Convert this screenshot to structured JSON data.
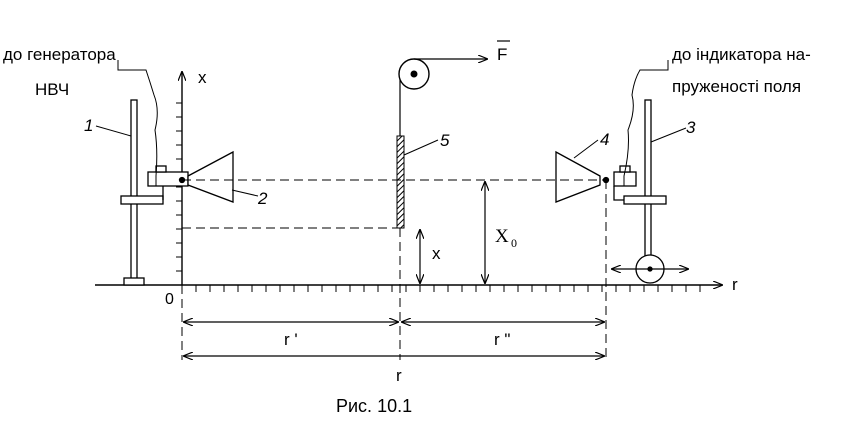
{
  "labels": {
    "gen_line1": "до генератора",
    "gen_line2": "НВЧ",
    "ind_line1": "до індикатора на-",
    "ind_line2": "пруженості поля",
    "n1": "1",
    "n2": "2",
    "n3": "3",
    "n4": "4",
    "n5": "5",
    "axis_x": "x",
    "axis_r": "r",
    "origin": "0",
    "force": "F",
    "x0_main": "X",
    "x0_sub": "0",
    "x_small": "x",
    "r_prime": "r '",
    "r_dprime": "r \"",
    "r_total": "r",
    "caption": "Рис. 10.1"
  }
}
